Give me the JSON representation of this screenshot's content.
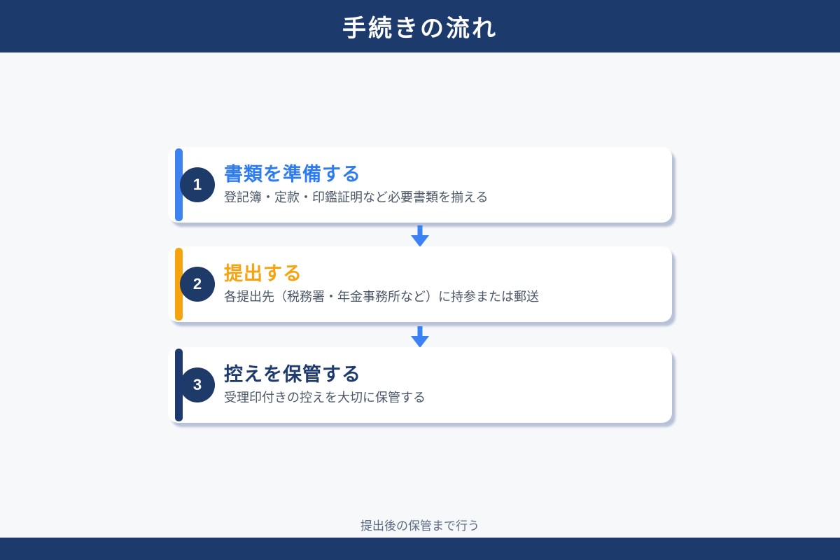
{
  "header": {
    "title": "手続きの流れ"
  },
  "steps": [
    {
      "number": "1",
      "title": "書類を準備する",
      "description": "登記簿・定款・印鑑証明など必要書類を揃える",
      "accent_color": "#3d82f0",
      "title_color": "#2f7cee"
    },
    {
      "number": "2",
      "title": "提出する",
      "description": "各提出先（税務署・年金事務所など）に持参または郵送",
      "accent_color": "#f5a30f",
      "title_color": "#f5a30f"
    },
    {
      "number": "3",
      "title": "控えを保管する",
      "description": "受理印付きの控えを大切に保管する",
      "accent_color": "#1e3a6e",
      "title_color": "#1e3a6e"
    }
  ],
  "footer": {
    "caption": "提出後の保管まで行う"
  },
  "colors": {
    "page_bg": "#f7f8fa",
    "header_bg": "#1d3a6d",
    "bottom_bar_bg": "#1d3a6d",
    "number_circle_bg": "#1e3a69",
    "arrow": "#3b82f6",
    "description_text": "#4b5768",
    "card_bg": "#ffffff",
    "card_shadow": "#b7c1d6"
  }
}
